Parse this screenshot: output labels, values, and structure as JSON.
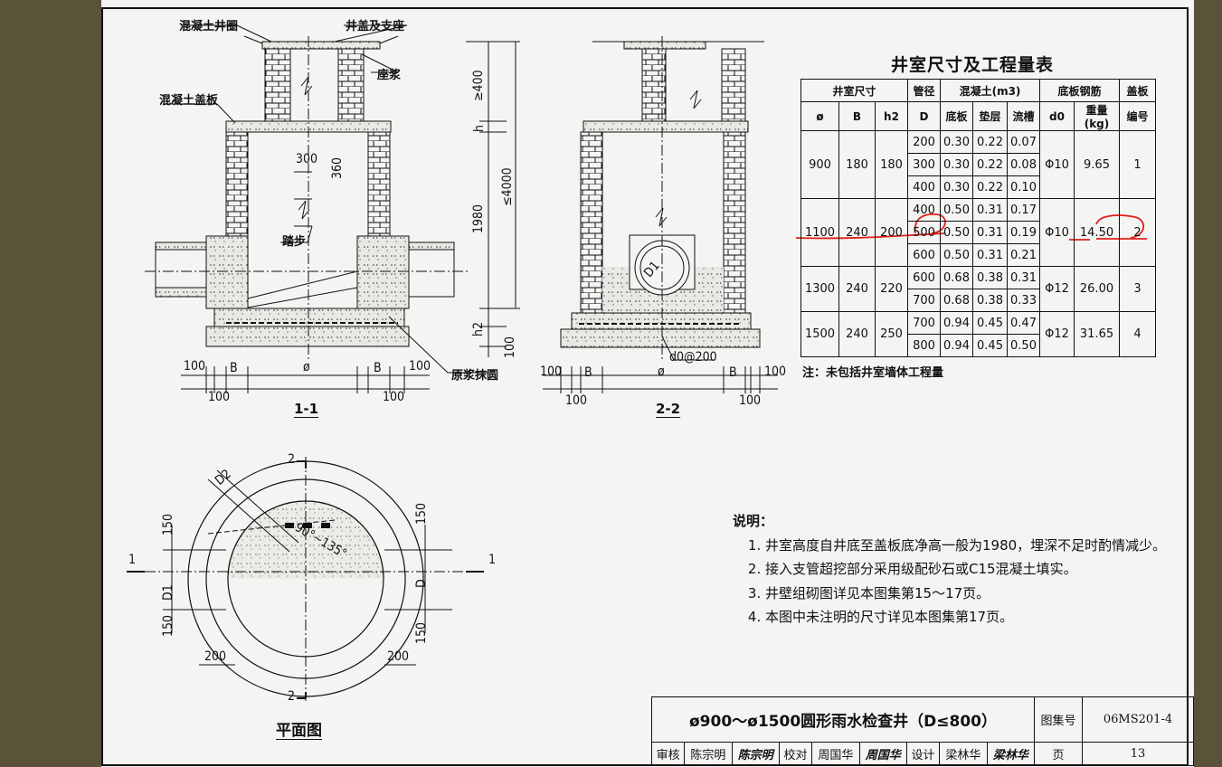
{
  "section_1_1": {
    "label_top_left": "混凝土井圈",
    "label_top_right": "井盖及支座",
    "label_mortar": "座浆",
    "label_slab": "混凝土盖板",
    "label_step": "踏步",
    "label_plaster": "原浆抹圆",
    "dim_300": "300",
    "dim_360": "360",
    "dim_ge400": "≥400",
    "dim_h": "h",
    "dim_le4000": "≤4000",
    "dim_1980": "1980",
    "dim_h2": "h2",
    "dim_100": "100",
    "dim_B": "B",
    "dim_phi": "ø",
    "title": "1-1"
  },
  "section_2_2": {
    "dim_D1": "D1",
    "dim_rebar": "d0@200",
    "dim_100": "100",
    "dim_B": "B",
    "dim_phi": "ø",
    "title": "2-2"
  },
  "plan": {
    "dim_D2": "D2",
    "dim_angle": "90°~135°",
    "dim_150": "150",
    "dim_D1": "D1",
    "dim_D": "D",
    "dim_200": "200",
    "cut_1": "1",
    "cut_2": "2",
    "title": "平面图"
  },
  "table": {
    "title": "井室尺寸及工程量表",
    "group_headers": [
      "井室尺寸",
      "管径",
      "混凝土(m3)",
      "底板钢筋",
      "盖板"
    ],
    "sub_headers": [
      "ø",
      "B",
      "h2",
      "D",
      "底板",
      "垫层",
      "流槽",
      "d0",
      "重量(kg)",
      "编号"
    ],
    "groups": [
      {
        "phi": "900",
        "B": "180",
        "h2": "180",
        "rebar": "Φ10",
        "weight": "9.65",
        "cover": "1",
        "rows": [
          [
            "200",
            "0.30",
            "0.22",
            "0.07"
          ],
          [
            "300",
            "0.30",
            "0.22",
            "0.08"
          ],
          [
            "400",
            "0.30",
            "0.22",
            "0.10"
          ]
        ]
      },
      {
        "phi": "1100",
        "B": "240",
        "h2": "200",
        "rebar": "Φ10",
        "weight": "14.50",
        "cover": "2",
        "rows": [
          [
            "400",
            "0.50",
            "0.31",
            "0.17"
          ],
          [
            "500",
            "0.50",
            "0.31",
            "0.19"
          ],
          [
            "600",
            "0.50",
            "0.31",
            "0.21"
          ]
        ]
      },
      {
        "phi": "1300",
        "B": "240",
        "h2": "220",
        "rebar": "Φ12",
        "weight": "26.00",
        "cover": "3",
        "rows": [
          [
            "600",
            "0.68",
            "0.38",
            "0.31"
          ],
          [
            "700",
            "0.68",
            "0.38",
            "0.33"
          ]
        ]
      },
      {
        "phi": "1500",
        "B": "240",
        "h2": "250",
        "rebar": "Φ12",
        "weight": "31.65",
        "cover": "4",
        "rows": [
          [
            "700",
            "0.94",
            "0.45",
            "0.47"
          ],
          [
            "800",
            "0.94",
            "0.45",
            "0.50"
          ]
        ]
      }
    ],
    "note": "注：未包括井室墙体工程量"
  },
  "explanation": {
    "title": "说明：",
    "items": [
      "井室高度自井底至盖板底净高一般为1980，埋深不足时酌情减少。",
      "接入支管超挖部分采用级配砂石或C15混凝土填实。",
      "井壁组砌图详见本图集第15～17页。",
      "本图中未注明的尺寸详见本图集第17页。"
    ]
  },
  "title_block": {
    "drawing_title": "ø900～ø1500圆形雨水检查井（D≤800）",
    "atlas_label": "图集号",
    "atlas_no": "06MS201-4",
    "review_label": "审核",
    "reviewer": "陈宗明",
    "reviewer_sig": "陈宗明",
    "check_label": "校对",
    "checker": "周国华",
    "checker_sig": "周国华",
    "design_label": "设计",
    "designer": "梁林华",
    "designer_sig": "梁林华",
    "page_label": "页",
    "page_no": "13"
  },
  "colors": {
    "annotation": "#e0201a",
    "line": "#111111",
    "paper": "#f4f4f2",
    "background": "#5b5339"
  }
}
